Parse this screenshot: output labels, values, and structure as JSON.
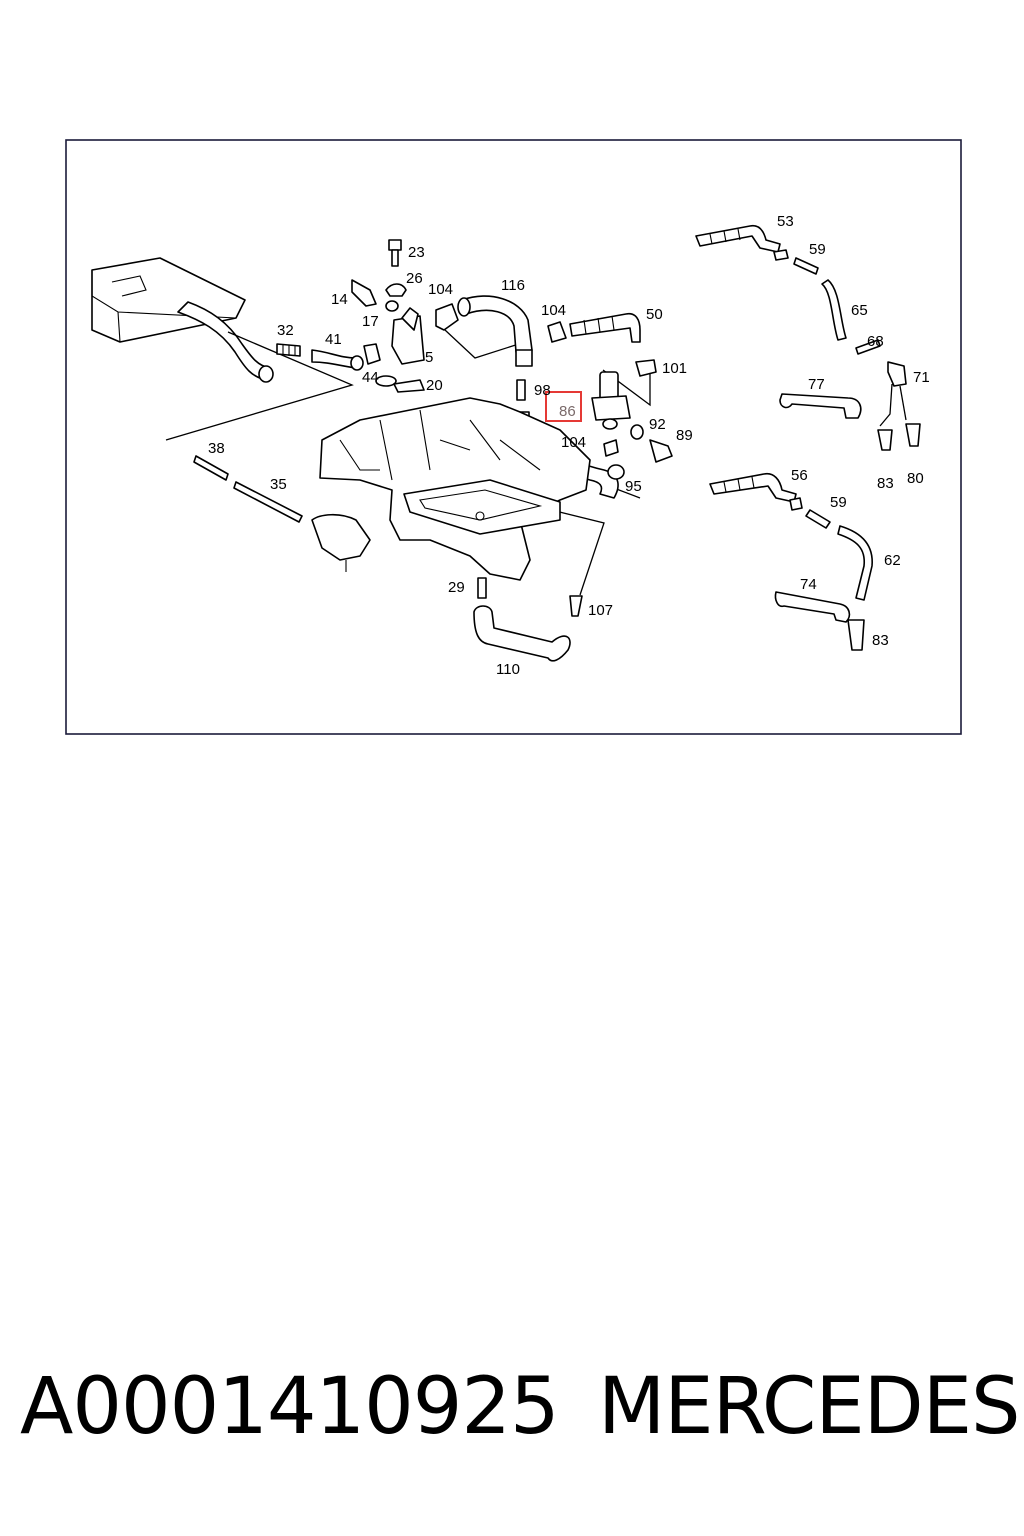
{
  "caption": {
    "part_number": "A0001410925",
    "brand": "MERCEDES"
  },
  "highlight": {
    "label": "86",
    "color": "#e53935"
  },
  "callouts": [
    "23",
    "26",
    "14",
    "104",
    "116",
    "104",
    "50",
    "17",
    "32",
    "41",
    "5",
    "44",
    "20",
    "98",
    "101",
    "104",
    "92",
    "89",
    "95",
    "38",
    "35",
    "29",
    "107",
    "110",
    "53",
    "59",
    "65",
    "68",
    "77",
    "71",
    "83",
    "80",
    "56",
    "59",
    "62",
    "74",
    "83"
  ]
}
